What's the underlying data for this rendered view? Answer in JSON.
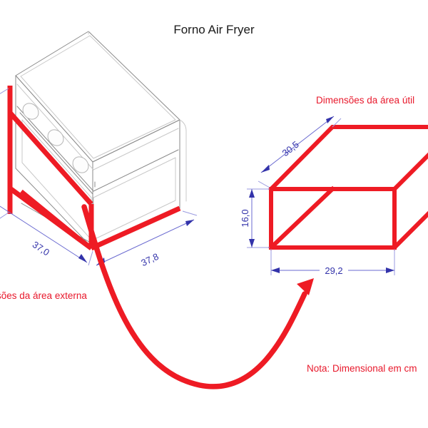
{
  "page": {
    "title": "Forno Air Fryer",
    "background_color": "#ffffff",
    "accent_red": "#ee1b24",
    "dimension_blue": "#3333aa",
    "outline_gray": "#8a8a8a"
  },
  "labels": {
    "external_area": "Dimensões da área externa",
    "useful_area": "Dimensões da área útil",
    "note": "Nota: Dimensional em cm"
  },
  "dimensions": {
    "external": [
      {
        "name": "width",
        "value": "37,0"
      },
      {
        "name": "depth",
        "value": "37,8"
      }
    ],
    "useful": [
      {
        "name": "depth",
        "value": "30,5"
      },
      {
        "name": "height",
        "value": "16,0"
      },
      {
        "name": "width",
        "value": "29,2"
      }
    ]
  },
  "drawings": {
    "oven": {
      "name": "forno-air-fryer-isometric",
      "knob_count": 3
    },
    "cavity": {
      "name": "area-util-isometric-box"
    },
    "pointer": {
      "name": "curved-arrow-oven-to-cavity"
    }
  }
}
